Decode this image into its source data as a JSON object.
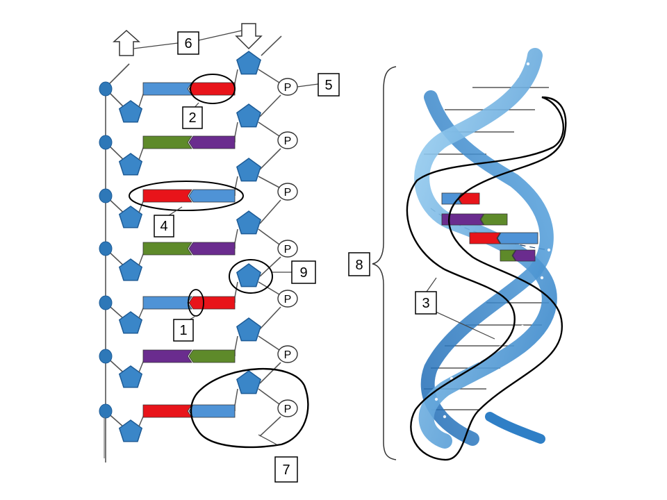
{
  "phosphate_symbol": "P",
  "labels": {
    "n1": "1",
    "n2": "2",
    "n3": "3",
    "n4": "4",
    "n5": "5",
    "n6": "6",
    "n7": "7",
    "n8": "8",
    "n9": "9"
  },
  "colors": {
    "sugar": "#3a86c8",
    "sugar_stroke": "#1d5b96",
    "backbone_dot": "#2e78b8",
    "base_blue": "#4f93d6",
    "base_red": "#e8141a",
    "base_green": "#5e8a2a",
    "base_purple": "#6a2c8e",
    "helix_light": "#7ec0ea",
    "helix_dark": "#2f7fc6",
    "outline": "#000000"
  },
  "left_ladder_rungs": [
    {
      "left": "blue",
      "right": "red"
    },
    {
      "left": "green",
      "right": "purple"
    },
    {
      "left": "red",
      "right": "blue"
    },
    {
      "left": "green",
      "right": "purple"
    },
    {
      "left": "blue",
      "right": "red"
    },
    {
      "left": "purple",
      "right": "green"
    },
    {
      "left": "red",
      "right": "blue"
    }
  ],
  "helix_colored_pairs": [
    {
      "left": "blue",
      "right": "red"
    },
    {
      "left": "purple",
      "right": "green"
    },
    {
      "left": "red",
      "right": "blue"
    },
    {
      "left": "green",
      "right": "purple"
    }
  ]
}
